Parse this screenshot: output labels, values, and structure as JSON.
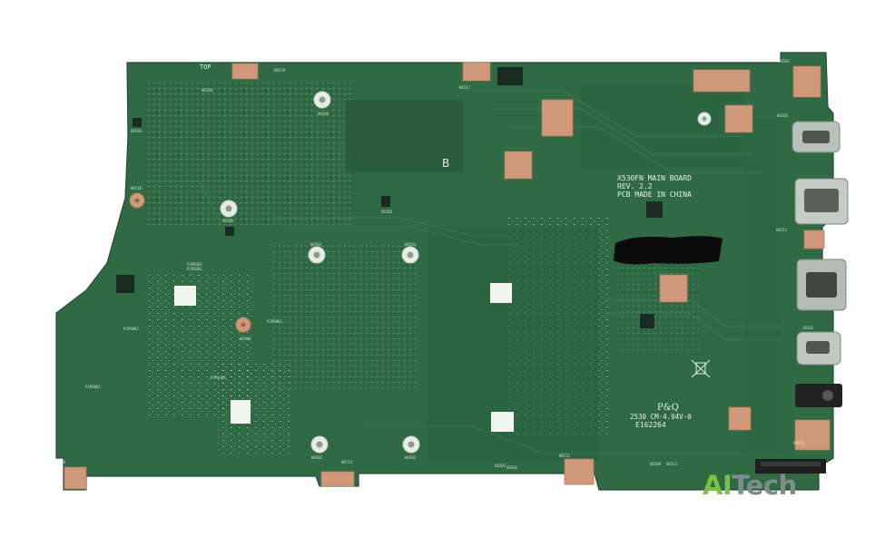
{
  "board": {
    "title": "X530FN MAIN BOARD",
    "revision": "REV. 2.2",
    "made_in": "PCB MADE IN CHINA",
    "top_mark": "TOP",
    "side_mark": "B",
    "logo_text": "P&Q",
    "code": "2530 CM-4.94V-0",
    "cert_number": "E162264"
  },
  "silkscreen_labels": [
    "H6580",
    "H6519",
    "H6517",
    "H6515",
    "H6509",
    "H6506",
    "H6510",
    "H6505",
    "H6504",
    "H6503",
    "H6508",
    "H6502",
    "H6501",
    "H6513",
    "H6512",
    "H6518",
    "H6516",
    "PJP8802",
    "PJP8001",
    "PJP8101",
    "PJP8201",
    "PJP8301",
    "PJP8801",
    "U6504",
    "U6503",
    "U6502",
    "U6501",
    "U6511",
    "U6509",
    "J6501",
    "J6581"
  ],
  "watermark": {
    "part1": "AI",
    "part2": "Tech"
  },
  "colors": {
    "pcb_green": "#2f6a45",
    "copper_pad": "#d09a7a",
    "white_label": "#f2f4f2",
    "connector_metal": "#b8c0bc",
    "watermark_green": "#7cc242",
    "watermark_gray": "#7f8c8d"
  }
}
